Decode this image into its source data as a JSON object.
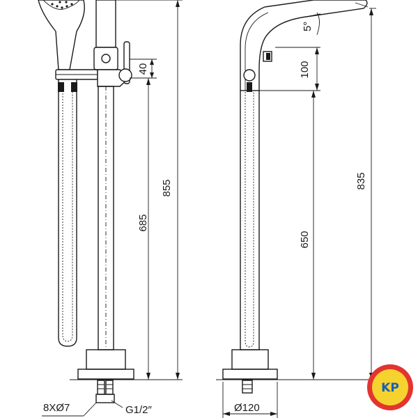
{
  "labels": {
    "dim_855": "855",
    "dim_685": "685",
    "dim_40": "40",
    "dim_835": "835",
    "dim_650": "650",
    "dim_100": "100",
    "dim_5deg": "5°",
    "dim_120": "Ø120",
    "hose_count": "8XØ7",
    "thread": "G1/2″"
  },
  "logo": {
    "text": "KP"
  },
  "colors": {
    "line": "#1a1a1a",
    "logo_ring": "#e3342f",
    "logo_fill": "#f6d22f",
    "logo_text": "#1a5fb4"
  }
}
